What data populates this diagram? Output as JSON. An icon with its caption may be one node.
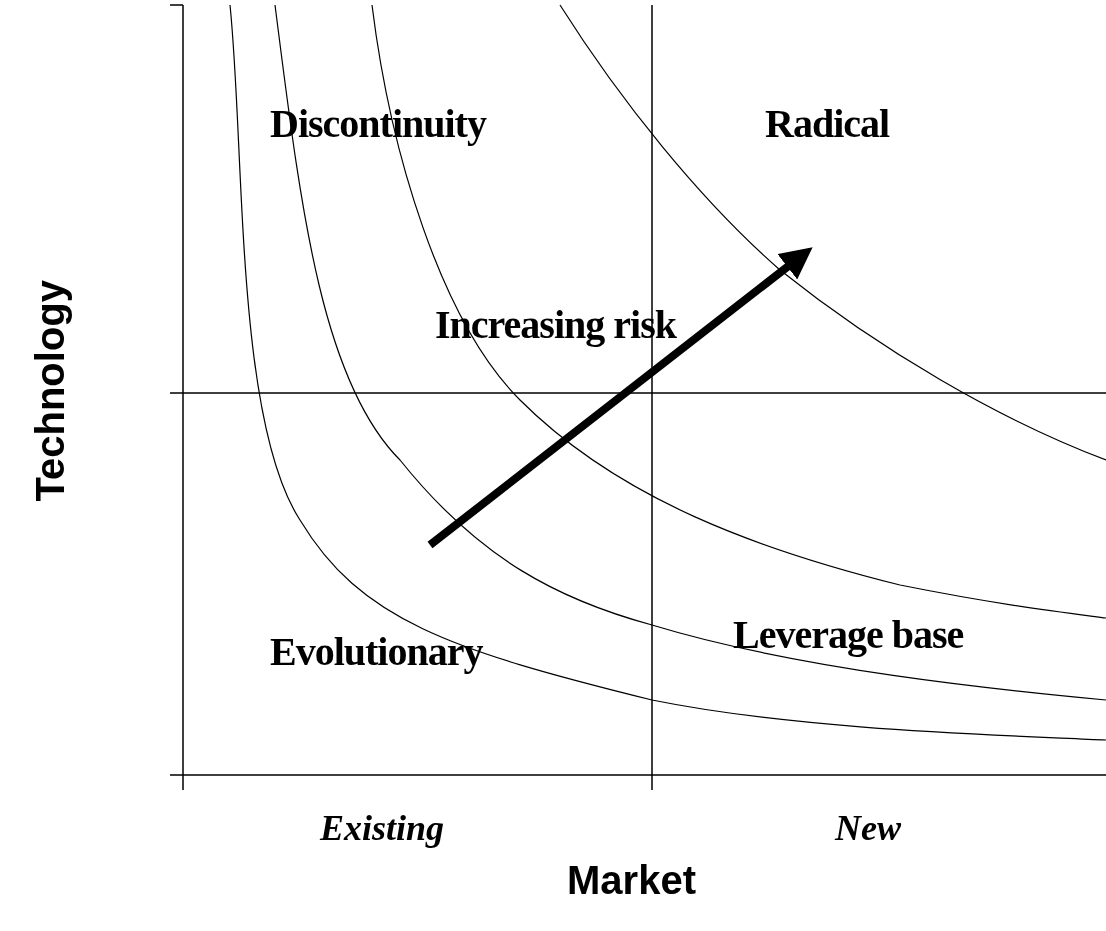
{
  "diagram": {
    "labels": [
      "Discontinuity",
      "Radical",
      "Increasing risk",
      "Evolutionary",
      "Leverage base",
      "Existing",
      "New",
      "Market",
      "Technology"
    ]
  }
}
